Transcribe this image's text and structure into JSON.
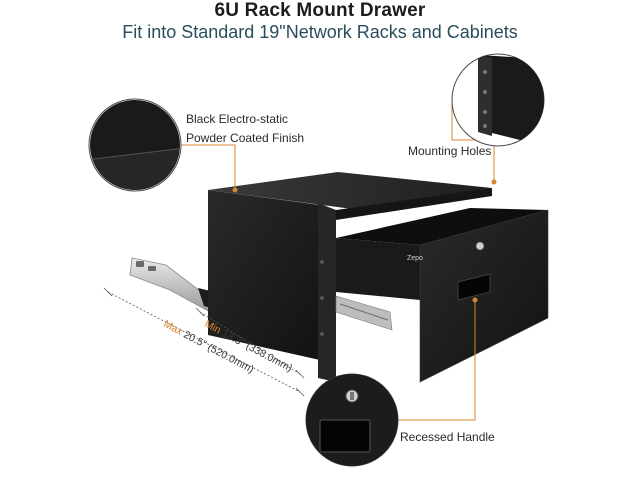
{
  "header": {
    "title": "6U Rack Mount Drawer",
    "subtitle": "Fit into Standard 19\"Network Racks and Cabinets"
  },
  "callouts": {
    "finish_line1": "Black Electro-static",
    "finish_line2": "Powder Coated Finish",
    "mounting": "Mounting Holes",
    "handle": "Recessed Handle"
  },
  "dimensions": {
    "max_prefix": "Max",
    "max_value": "20.5\" (520.0mm)",
    "min_prefix": "Min",
    "min_value": "13.3\" (338.0mm)"
  },
  "brand": "Zepo",
  "colors": {
    "accent": "#d8862e",
    "subtitle": "#2a4d5e",
    "drawer": "#1b1b1b"
  }
}
